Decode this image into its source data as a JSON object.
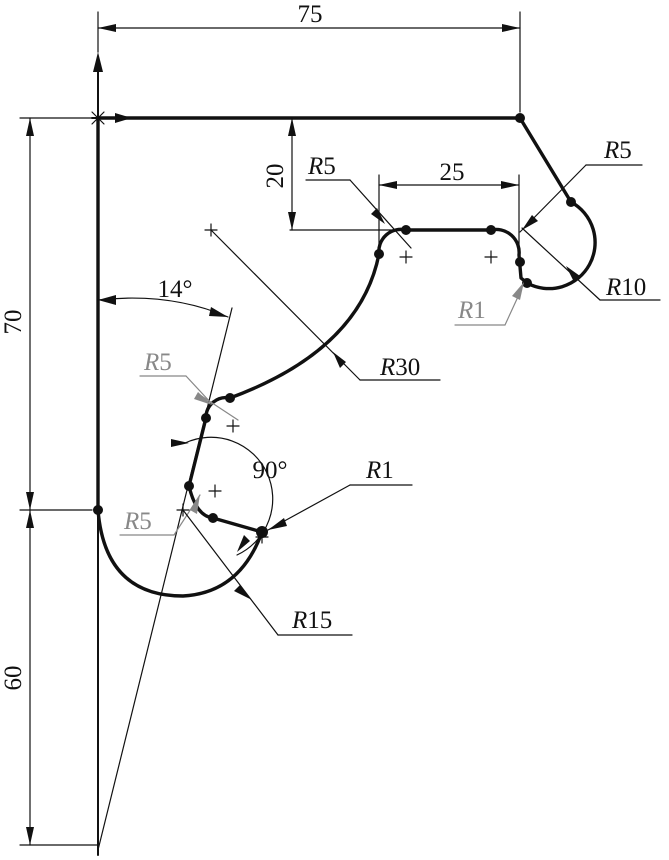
{
  "drawing": {
    "dimensions": {
      "width_top": "75",
      "height_left": "70",
      "height_bottom": "60",
      "offset_down": "20",
      "slot_width": "25",
      "angle_tilt": "14°",
      "angle_right": "90°"
    },
    "radii": {
      "r5_top": "5",
      "r5_right": "5",
      "r10": "10",
      "r1_grey": "1",
      "r30": "30",
      "r5_grey_mid": "5",
      "r1_lower": "1",
      "r5_grey_low": "5",
      "r15": "15"
    },
    "radius_prefix": "R"
  }
}
